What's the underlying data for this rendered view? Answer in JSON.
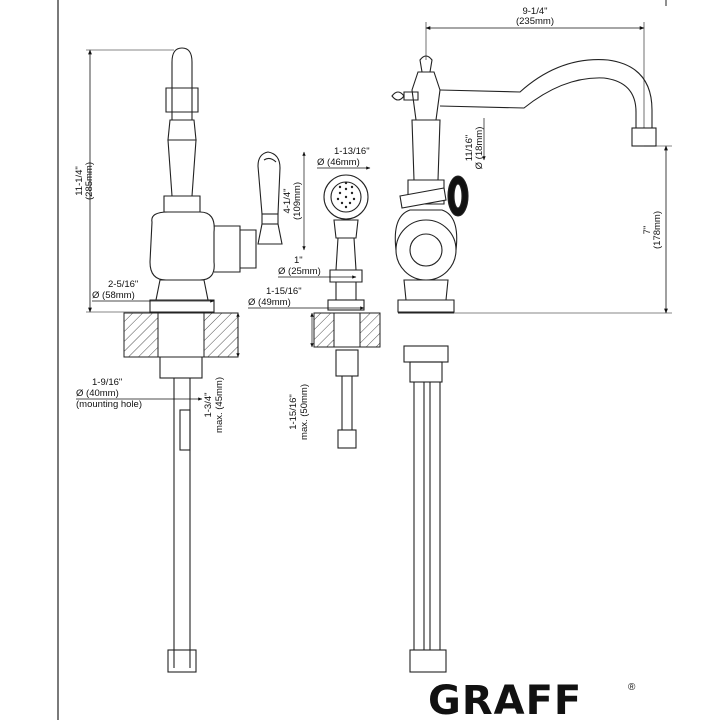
{
  "brand": {
    "logo_text": "GRAFF",
    "registered_mark": "®"
  },
  "dimensions": {
    "overall_height": {
      "frac": "11-1/4\"",
      "mm": "(285mm)"
    },
    "base_dia": {
      "frac": "2-5/16\"",
      "mm": "Ø (58mm)"
    },
    "mount_hole": {
      "frac": "1-9/16\"",
      "mm": "Ø (40mm)",
      "note": "(mounting hole)"
    },
    "max_thickness_left": {
      "frac": "1-3/4\"",
      "mm": "max. (45mm)"
    },
    "handle_height": {
      "frac": "4-1/4\"",
      "mm": "(109mm)"
    },
    "spray_head_dia": {
      "frac": "1-13/16\"",
      "mm": "Ø (46mm)"
    },
    "spray_neck_dia": {
      "frac": "1\"",
      "mm": "Ø (25mm)"
    },
    "spray_base_dia": {
      "frac": "1-15/16\"",
      "mm": "Ø (49mm)"
    },
    "max_thickness_spray": {
      "frac": "1-15/16\"",
      "mm": "max. (50mm)"
    },
    "spout_reach": {
      "frac": "9-1/4\"",
      "mm": "(235mm)"
    },
    "aerator_dia": {
      "frac": "11/16\"",
      "mm": "Ø (18mm)"
    },
    "spout_height": {
      "frac": "7\"",
      "mm": "(178mm)"
    }
  }
}
